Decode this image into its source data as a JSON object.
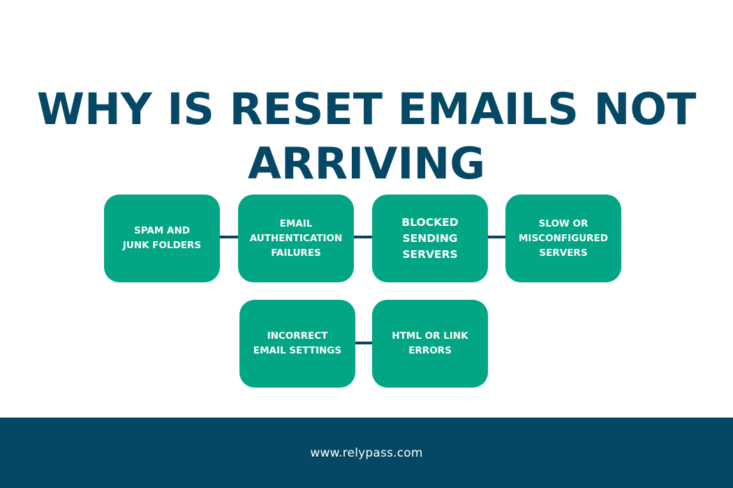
{
  "title": {
    "line1": "WHY IS RESET EMAILS NOT",
    "line2": "ARRIVING"
  },
  "diagram": {
    "row1": [
      {
        "label": "SPAM AND\nJUNK FOLDERS"
      },
      {
        "label": "EMAIL\nAUTHENTICATION\nFAILURES"
      },
      {
        "label": "BLOCKED\nSENDING\nSERVERS"
      },
      {
        "label": "SLOW OR\nMISCONFIGURED\nSERVERS"
      }
    ],
    "row2": [
      {
        "label": "INCORRECT\nEMAIL SETTINGS"
      },
      {
        "label": "HTML OR LINK\nERRORS"
      }
    ]
  },
  "colors": {
    "title": "#054866",
    "box": "#03a684",
    "connector": "#0b4461",
    "footer": "#054866"
  },
  "footer": {
    "url": "www.relypass.com"
  }
}
